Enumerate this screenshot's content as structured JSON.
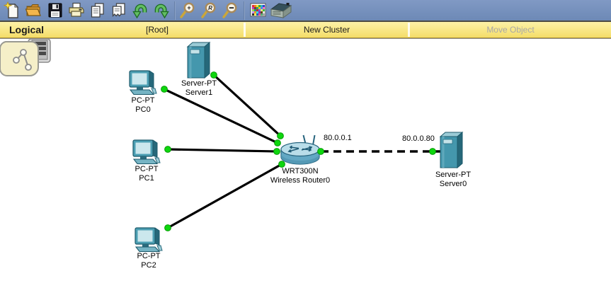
{
  "toolbar": {
    "icons": [
      "new-file",
      "open-folder",
      "save",
      "print",
      "copy",
      "paste",
      "undo",
      "redo",
      "zoom-in",
      "zoom-reset",
      "zoom-out",
      "color-palette",
      "custom-device"
    ],
    "zoom_glyphs": [
      "+",
      "R",
      "-"
    ]
  },
  "navbar": {
    "workspace_label": "Logical",
    "buttons": [
      {
        "label": "[Root]",
        "enabled": true
      },
      {
        "label": "New Cluster",
        "enabled": true
      },
      {
        "label": "Move Object",
        "enabled": false
      }
    ]
  },
  "canvas": {
    "devices": [
      {
        "model": "Server-PT",
        "name": "Server1"
      },
      {
        "model": "PC-PT",
        "name": "PC0"
      },
      {
        "model": "PC-PT",
        "name": "PC1"
      },
      {
        "model": "PC-PT",
        "name": "PC2"
      },
      {
        "model": "WRT300N",
        "name": "Wireless Router0"
      },
      {
        "model": "Server-PT",
        "name": "Server0"
      }
    ],
    "ip_labels": [
      "80.0.0.1",
      "80.0.0.80"
    ],
    "connections": [
      {
        "from": "Server1",
        "to": "Wireless Router0",
        "style": "solid"
      },
      {
        "from": "PC0",
        "to": "Wireless Router0",
        "style": "solid"
      },
      {
        "from": "PC1",
        "to": "Wireless Router0",
        "style": "solid"
      },
      {
        "from": "PC2",
        "to": "Wireless Router0",
        "style": "solid"
      },
      {
        "from": "Wireless Router0",
        "to": "Server0",
        "style": "dashed"
      }
    ],
    "port_status_color": "#0ED60E"
  },
  "colors": {
    "toolbar_bg": "#7390BE",
    "navbar_bg": "#F8E277",
    "canvas_bg": "#FFFFFF",
    "cable": "#000000",
    "disabled_text": "#A8A8A8"
  }
}
